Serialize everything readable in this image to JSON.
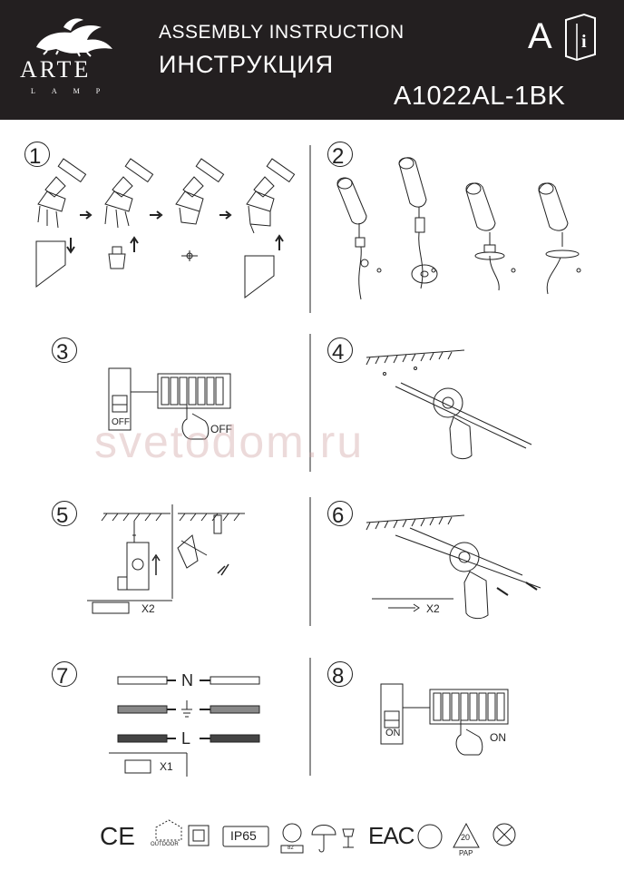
{
  "header": {
    "brand": "ARTE",
    "brand_sub": "LAMP",
    "title_en": "ASSEMBLY INSTRUCTION",
    "title_ru": "ИНСТРУКЦИЯ",
    "lang": "A",
    "model": "A1022AL-1BK"
  },
  "steps": [
    "1",
    "2",
    "3",
    "4",
    "5",
    "6",
    "7",
    "8"
  ],
  "labels": {
    "off1": "OFF",
    "off2": "OFF",
    "x2_a": "X2",
    "x2_b": "X2",
    "x1": "X1",
    "n": "N",
    "l": "L",
    "on1": "ON",
    "on2": "ON"
  },
  "watermark": "svetodom.ru",
  "certs": {
    "ce": "CE",
    "outdoor": "OUTDOOR",
    "ip": "IP65",
    "eac": "EAC",
    "recycle": "20",
    "pap": "PAP",
    "rating": "82"
  },
  "colors": {
    "header_bg": "#231f20"
  }
}
